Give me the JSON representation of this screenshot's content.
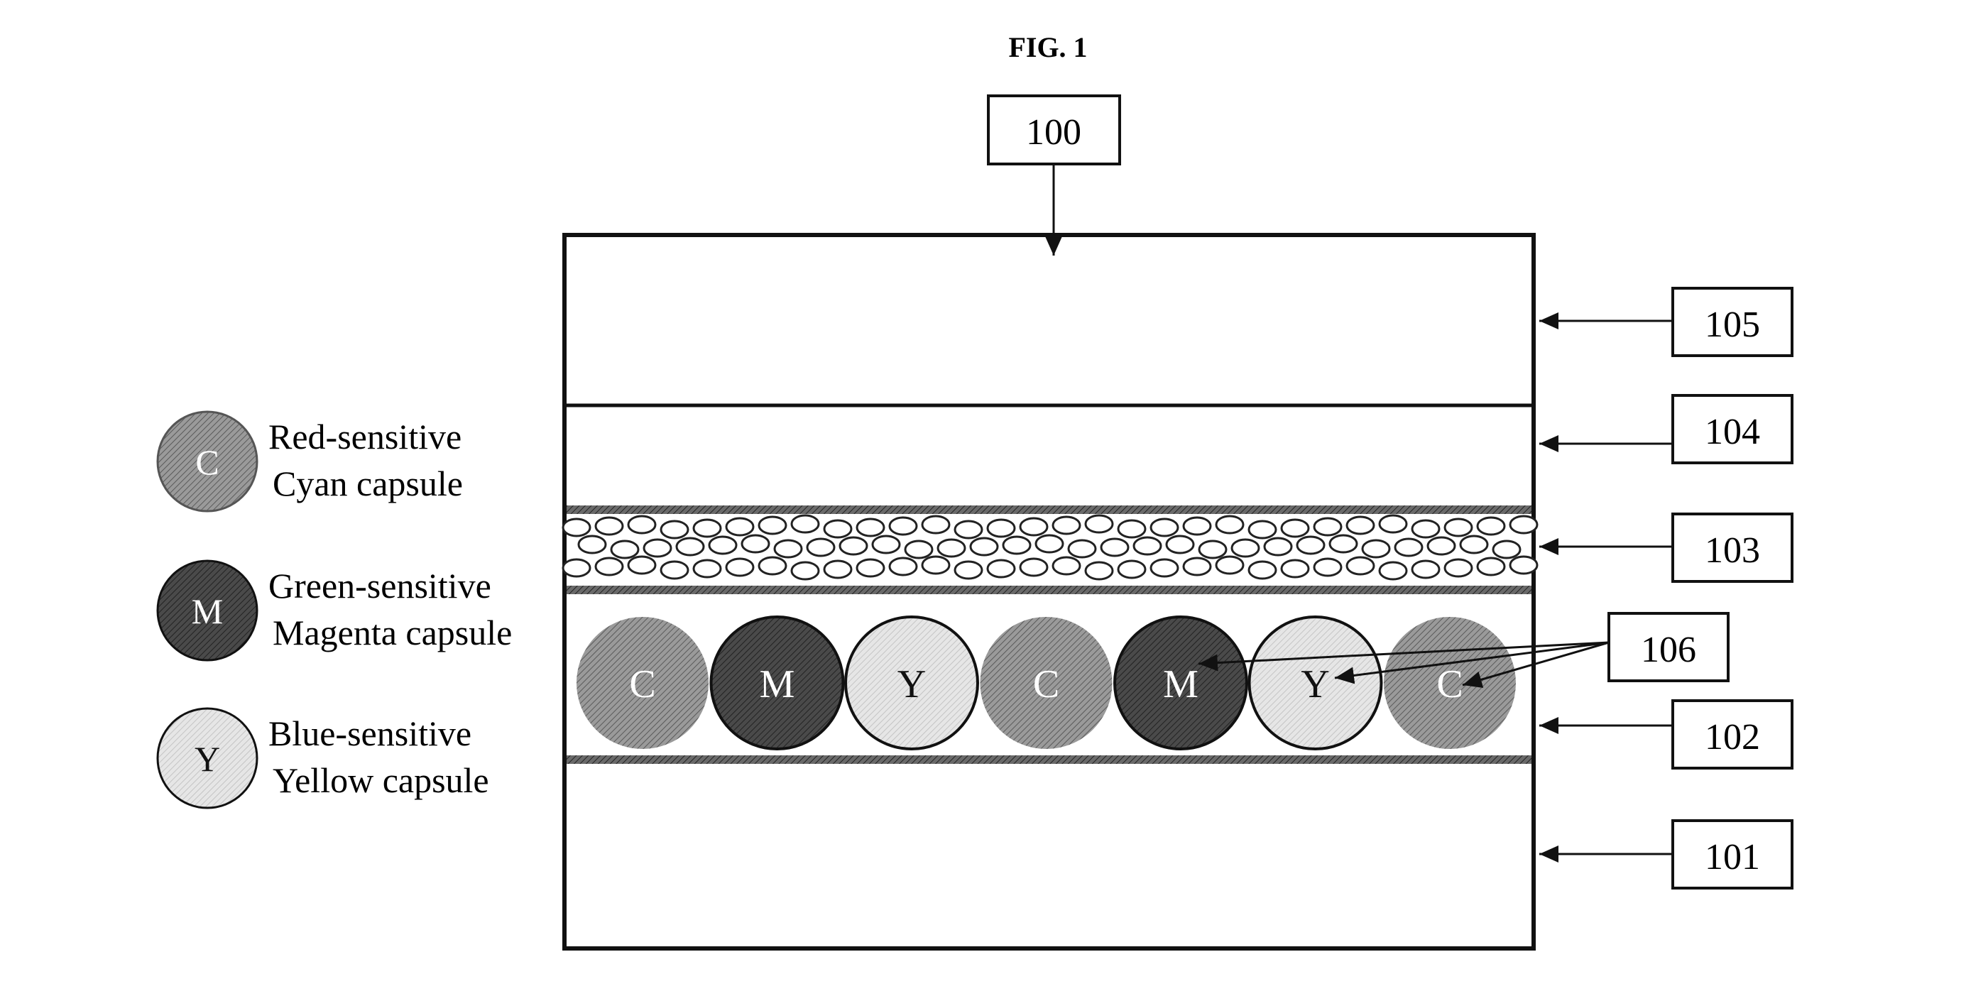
{
  "figure": {
    "title": "FIG. 1"
  },
  "reference_labels": {
    "r100": "100",
    "r101": "101",
    "r102": "102",
    "r103": "103",
    "r104": "104",
    "r105": "105",
    "r106": "106"
  },
  "legend": {
    "items": [
      {
        "letter": "C",
        "line1": "Red-sensitive",
        "line2": "Cyan capsule",
        "shade": "mid"
      },
      {
        "letter": "M",
        "line1": "Green-sensitive",
        "line2": "Magenta capsule",
        "shade": "dark"
      },
      {
        "letter": "Y",
        "line1": "Blue-sensitive",
        "line2": "Yellow capsule",
        "shade": "light"
      }
    ]
  },
  "capsule_row": {
    "capsules": [
      {
        "letter": "C",
        "shade": "mid"
      },
      {
        "letter": "M",
        "shade": "dark"
      },
      {
        "letter": "Y",
        "shade": "light"
      },
      {
        "letter": "C",
        "shade": "mid"
      },
      {
        "letter": "M",
        "shade": "dark"
      },
      {
        "letter": "Y",
        "shade": "light"
      },
      {
        "letter": "C",
        "shade": "mid"
      }
    ]
  },
  "colors": {
    "line": "#1a1a1a",
    "shade_mid": "#8a8a8a",
    "shade_dark": "#3c3c3c",
    "shade_light": "#dedede"
  }
}
